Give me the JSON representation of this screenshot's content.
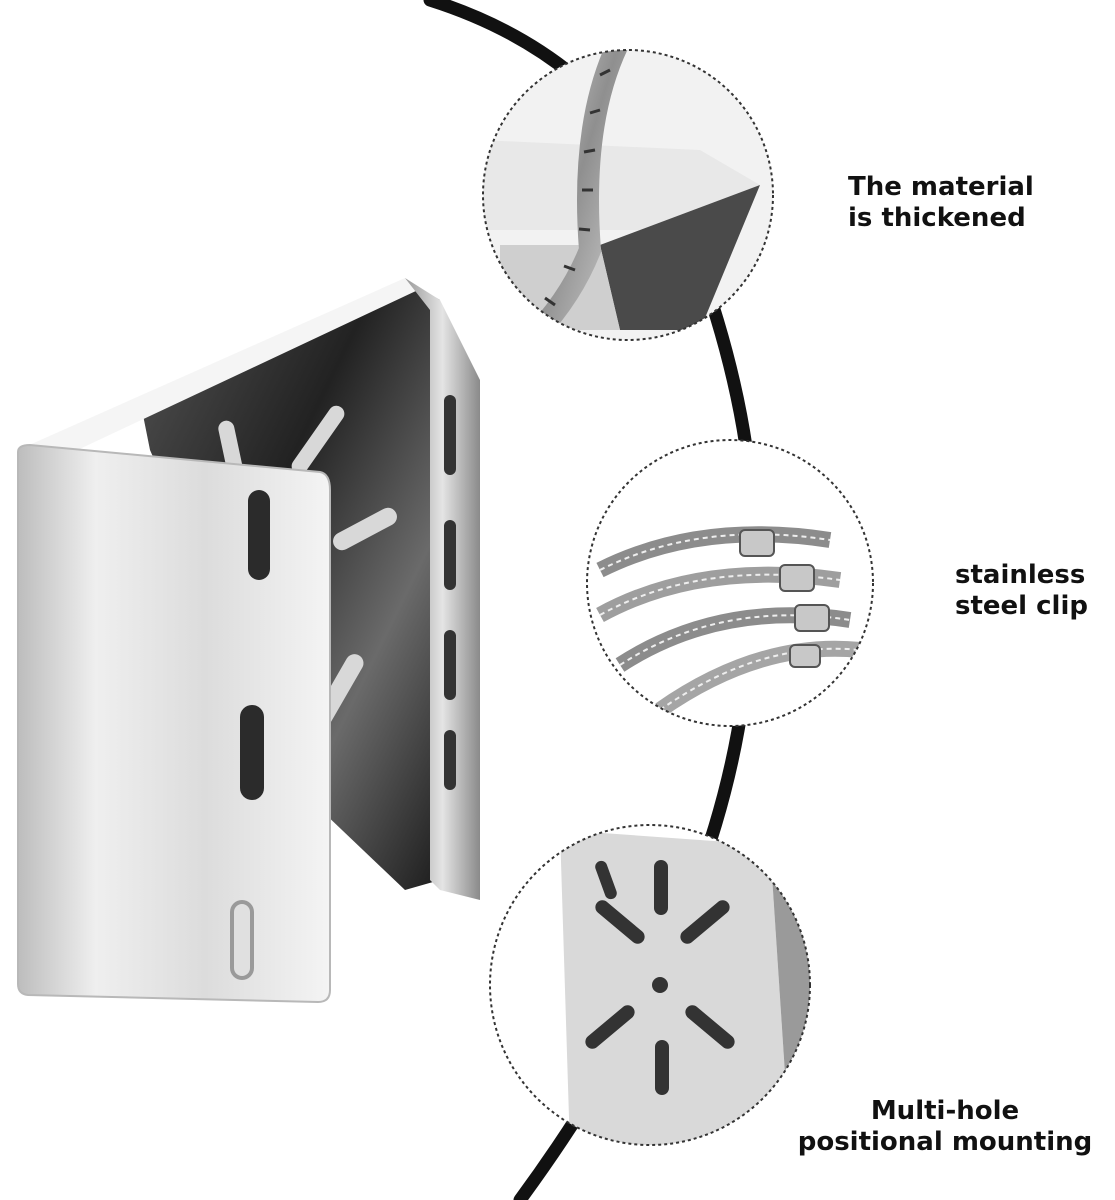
{
  "features": [
    {
      "id": "thickened",
      "lines": [
        "The material",
        "is thickened"
      ]
    },
    {
      "id": "clip",
      "lines": [
        "stainless",
        "steel clip"
      ]
    },
    {
      "id": "mounting",
      "lines": [
        "Multi-hole",
        "positional mounting"
      ]
    }
  ],
  "colors": {
    "background": "#ffffff",
    "steel_light": "#e6e6e6",
    "steel_dark": "#2a2a2a",
    "cable": "#111111",
    "circle_border": "#333333",
    "text": "#111111"
  }
}
